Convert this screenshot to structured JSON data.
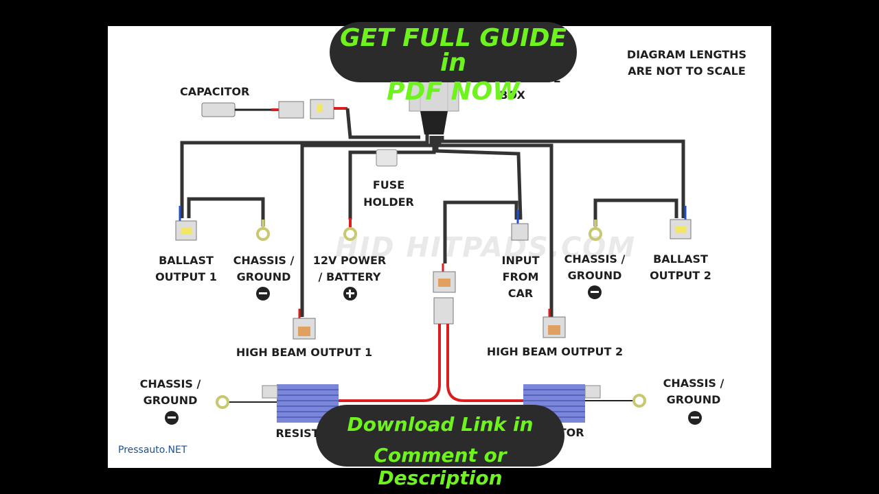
{
  "banner_top": {
    "line1": "GET FULL GUIDE in",
    "line2": "PDF NOW"
  },
  "banner_bottom": {
    "line1": "Download Link in",
    "line2": "Comment or Description"
  },
  "note": {
    "line1": "DIAGRAM LENGTHS",
    "line2": "ARE NOT TO SCALE"
  },
  "labels": {
    "capacitor": "CAPACITOR",
    "control_box_1": "MOTOCONTROL",
    "control_box_2": "BOX",
    "fuse_1": "FUSE",
    "fuse_2": "HOLDER",
    "ballast1_1": "BALLAST",
    "ballast1_2": "OUTPUT 1",
    "chassis1_1": "CHASSIS /",
    "chassis1_2": "GROUND",
    "power_1": "12V POWER",
    "power_2": "/ BATTERY",
    "input_1": "INPUT",
    "input_2": "FROM",
    "input_3": "CAR",
    "chassis2_1": "CHASSIS /",
    "chassis2_2": "GROUND",
    "ballast2_1": "BALLAST",
    "ballast2_2": "OUTPUT 2",
    "highbeam1": "HIGH BEAM OUTPUT 1",
    "highbeam2": "HIGH BEAM OUTPUT 2",
    "chassis3_1": "CHASSIS /",
    "chassis3_2": "GROUND",
    "chassis4_1": "CHASSIS /",
    "chassis4_2": "GROUND",
    "resistor1": "RESISTOR",
    "resistor2": "RESISTOR"
  },
  "watermark": "HID HITPADS.COM",
  "credit": "Pressauto.NET",
  "colors": {
    "banner_bg": "#2b2b2b",
    "banner_text": "#6ef31e",
    "wire": "#333333",
    "wire_red": "#d81e1e",
    "resistor": "#7a86d8"
  }
}
